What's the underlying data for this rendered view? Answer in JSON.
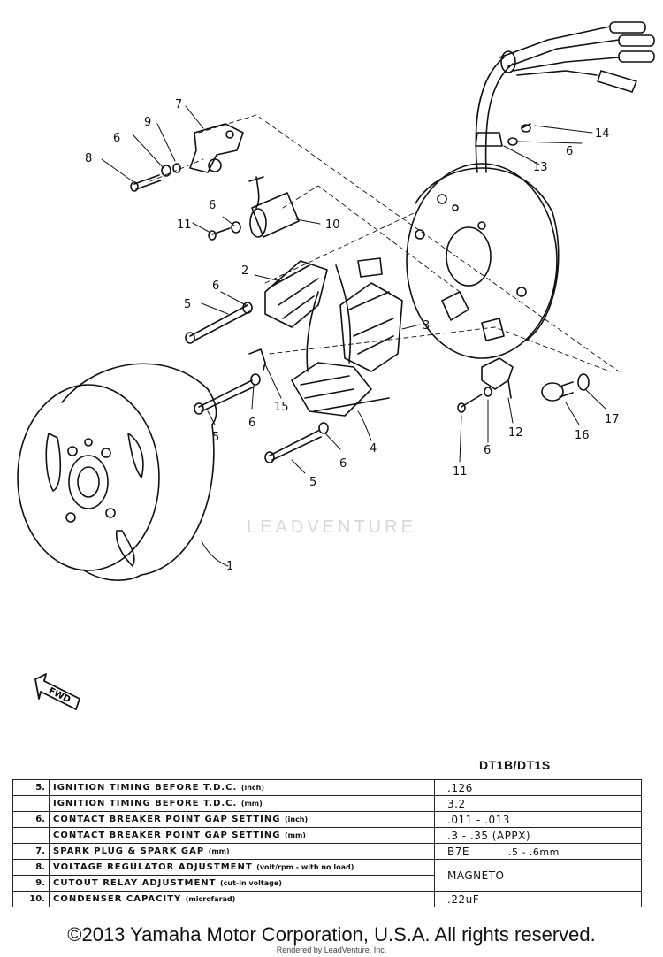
{
  "callouts": {
    "c1": "1",
    "c2": "2",
    "c3": "3",
    "c4": "4",
    "c5a": "5",
    "c5b": "5",
    "c5c": "5",
    "c6a": "6",
    "c6b": "6",
    "c6c": "6",
    "c6d": "6",
    "c6e": "6",
    "c6f": "6",
    "c7": "7",
    "c8": "8",
    "c9": "9",
    "c10": "10",
    "c11a": "11",
    "c11b": "11",
    "c12": "12",
    "c13": "13",
    "c14": "14",
    "c15": "15",
    "c16": "16",
    "c17": "17"
  },
  "watermark": "LEADVENTURE",
  "fwd_arrow_text": "FWD",
  "model": "DT1B/DT1S",
  "spec_rows": [
    {
      "num": "5.",
      "label": "IGNITION TIMING BEFORE T.D.C.",
      "unit": "(inch)",
      "value": ".126"
    },
    {
      "num": "",
      "label": "IGNITION TIMING BEFORE T.D.C.",
      "unit": "(mm)",
      "value": "3.2"
    },
    {
      "num": "6.",
      "label": "CONTACT BREAKER POINT GAP SETTING",
      "unit": "(inch)",
      "value": ".011 - .013"
    },
    {
      "num": "",
      "label": "CONTACT BREAKER POINT GAP SETTING",
      "unit": "(mm)",
      "value": ".3 - .35  (APPX)"
    },
    {
      "num": "7.",
      "label": "SPARK PLUG & SPARK GAP",
      "unit": "(mm)",
      "value": "B7E",
      "value2": ".5 - .6mm"
    },
    {
      "num": "8.",
      "label": "VOLTAGE REGULATOR ADJUSTMENT",
      "unit": "(volt/rpm - with no load)",
      "value": "MAGNETO"
    },
    {
      "num": "9.",
      "label": "CUTOUT RELAY ADJUSTMENT",
      "unit": "(cut-in voltage)",
      "value": ""
    },
    {
      "num": "10.",
      "label": "CONDENSER CAPACITY",
      "unit": "(microfarad)",
      "value": ".22uF"
    }
  ],
  "copyright": "©2013 Yamaha Motor Corporation, U.S.A. All rights reserved.",
  "rendered_by": "Rendered by LeadVenture, Inc."
}
